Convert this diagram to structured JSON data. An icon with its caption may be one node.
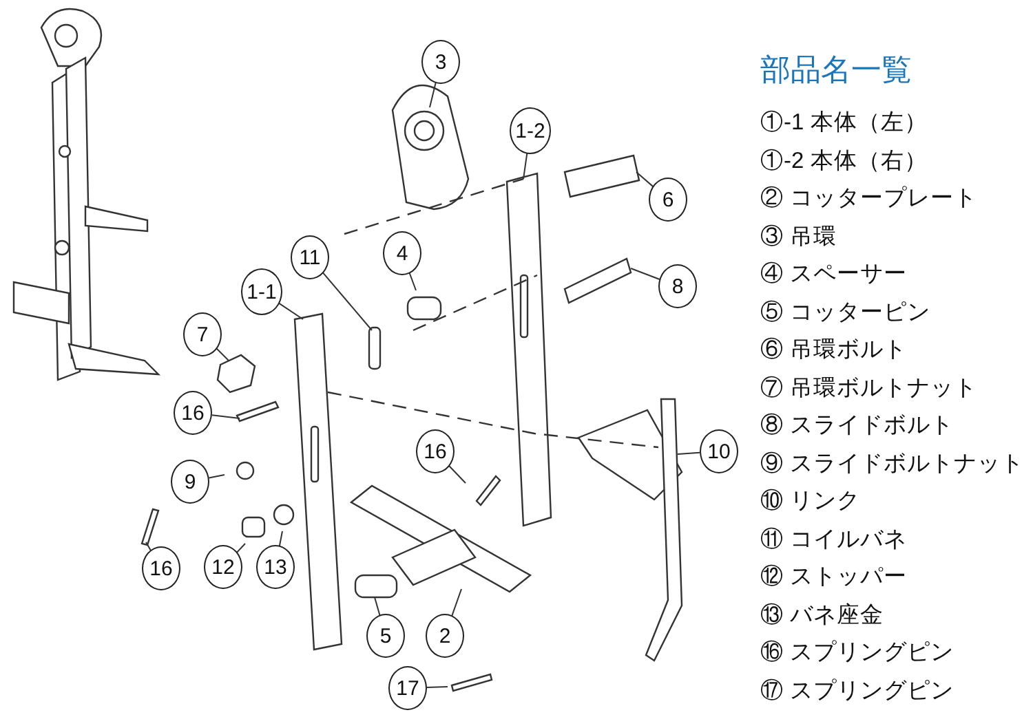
{
  "diagram": {
    "nodes": [
      {
        "text": [
          "3"
        ]
      },
      {
        "text": [
          "1-2"
        ]
      },
      {
        "text": [
          "6"
        ]
      },
      {
        "text": [
          "11"
        ]
      },
      {
        "text": [
          "4"
        ]
      },
      {
        "text": [
          "8"
        ]
      },
      {
        "text": [
          "1-1"
        ]
      },
      {
        "text": [
          "7"
        ]
      },
      {
        "text": [
          "16"
        ]
      },
      {
        "text": [
          "10"
        ]
      },
      {
        "text": [
          "16"
        ]
      },
      {
        "text": [
          "9"
        ]
      },
      {
        "text": [
          "16"
        ]
      },
      {
        "text": [
          "12"
        ]
      },
      {
        "text": [
          "13"
        ]
      },
      {
        "text": [
          "5"
        ]
      },
      {
        "text": [
          "2"
        ]
      },
      {
        "text": [
          "17"
        ]
      }
    ],
    "edges": [
      {
        "from": 0,
        "to": null,
        "arrow": "none"
      },
      {
        "from": 1,
        "to": null,
        "arrow": "none"
      },
      {
        "from": 2,
        "to": null,
        "arrow": "none"
      },
      {
        "from": 3,
        "to": null,
        "arrow": "none"
      },
      {
        "from": 4,
        "to": null,
        "arrow": "none"
      },
      {
        "from": 5,
        "to": null,
        "arrow": "none"
      },
      {
        "from": 6,
        "to": null,
        "arrow": "none"
      },
      {
        "from": 7,
        "to": null,
        "arrow": "none"
      },
      {
        "from": 8,
        "to": null,
        "arrow": "none"
      },
      {
        "from": 9,
        "to": null,
        "arrow": "none"
      },
      {
        "from": 10,
        "to": null,
        "arrow": "none"
      },
      {
        "from": 11,
        "to": null,
        "arrow": "none"
      },
      {
        "from": 12,
        "to": null,
        "arrow": "none"
      },
      {
        "from": 13,
        "to": null,
        "arrow": "none"
      },
      {
        "from": 14,
        "to": null,
        "arrow": "none"
      },
      {
        "from": 15,
        "to": null,
        "arrow": "none"
      },
      {
        "from": 16,
        "to": null,
        "arrow": "none"
      },
      {
        "from": 17,
        "to": null,
        "arrow": "none"
      }
    ],
    "labels": [
      "部品名一覧",
      "①-1 本体（左）",
      "①-2 本体（右）",
      "② コッタープレート",
      "③ 吊環",
      "④ スペーサー",
      "⑤ コッターピン",
      "⑥ 吊環ボルト",
      "⑦ 吊環ボルトナット",
      "⑧ スライドボルト",
      "⑨ スライドボルトナット",
      "⑩ リンク",
      "⑪ コイルバネ",
      "⑫ ストッパー",
      "⑬ バネ座金",
      "⑯ スプリングピン",
      "⑰ スプリングピン"
    ]
  }
}
